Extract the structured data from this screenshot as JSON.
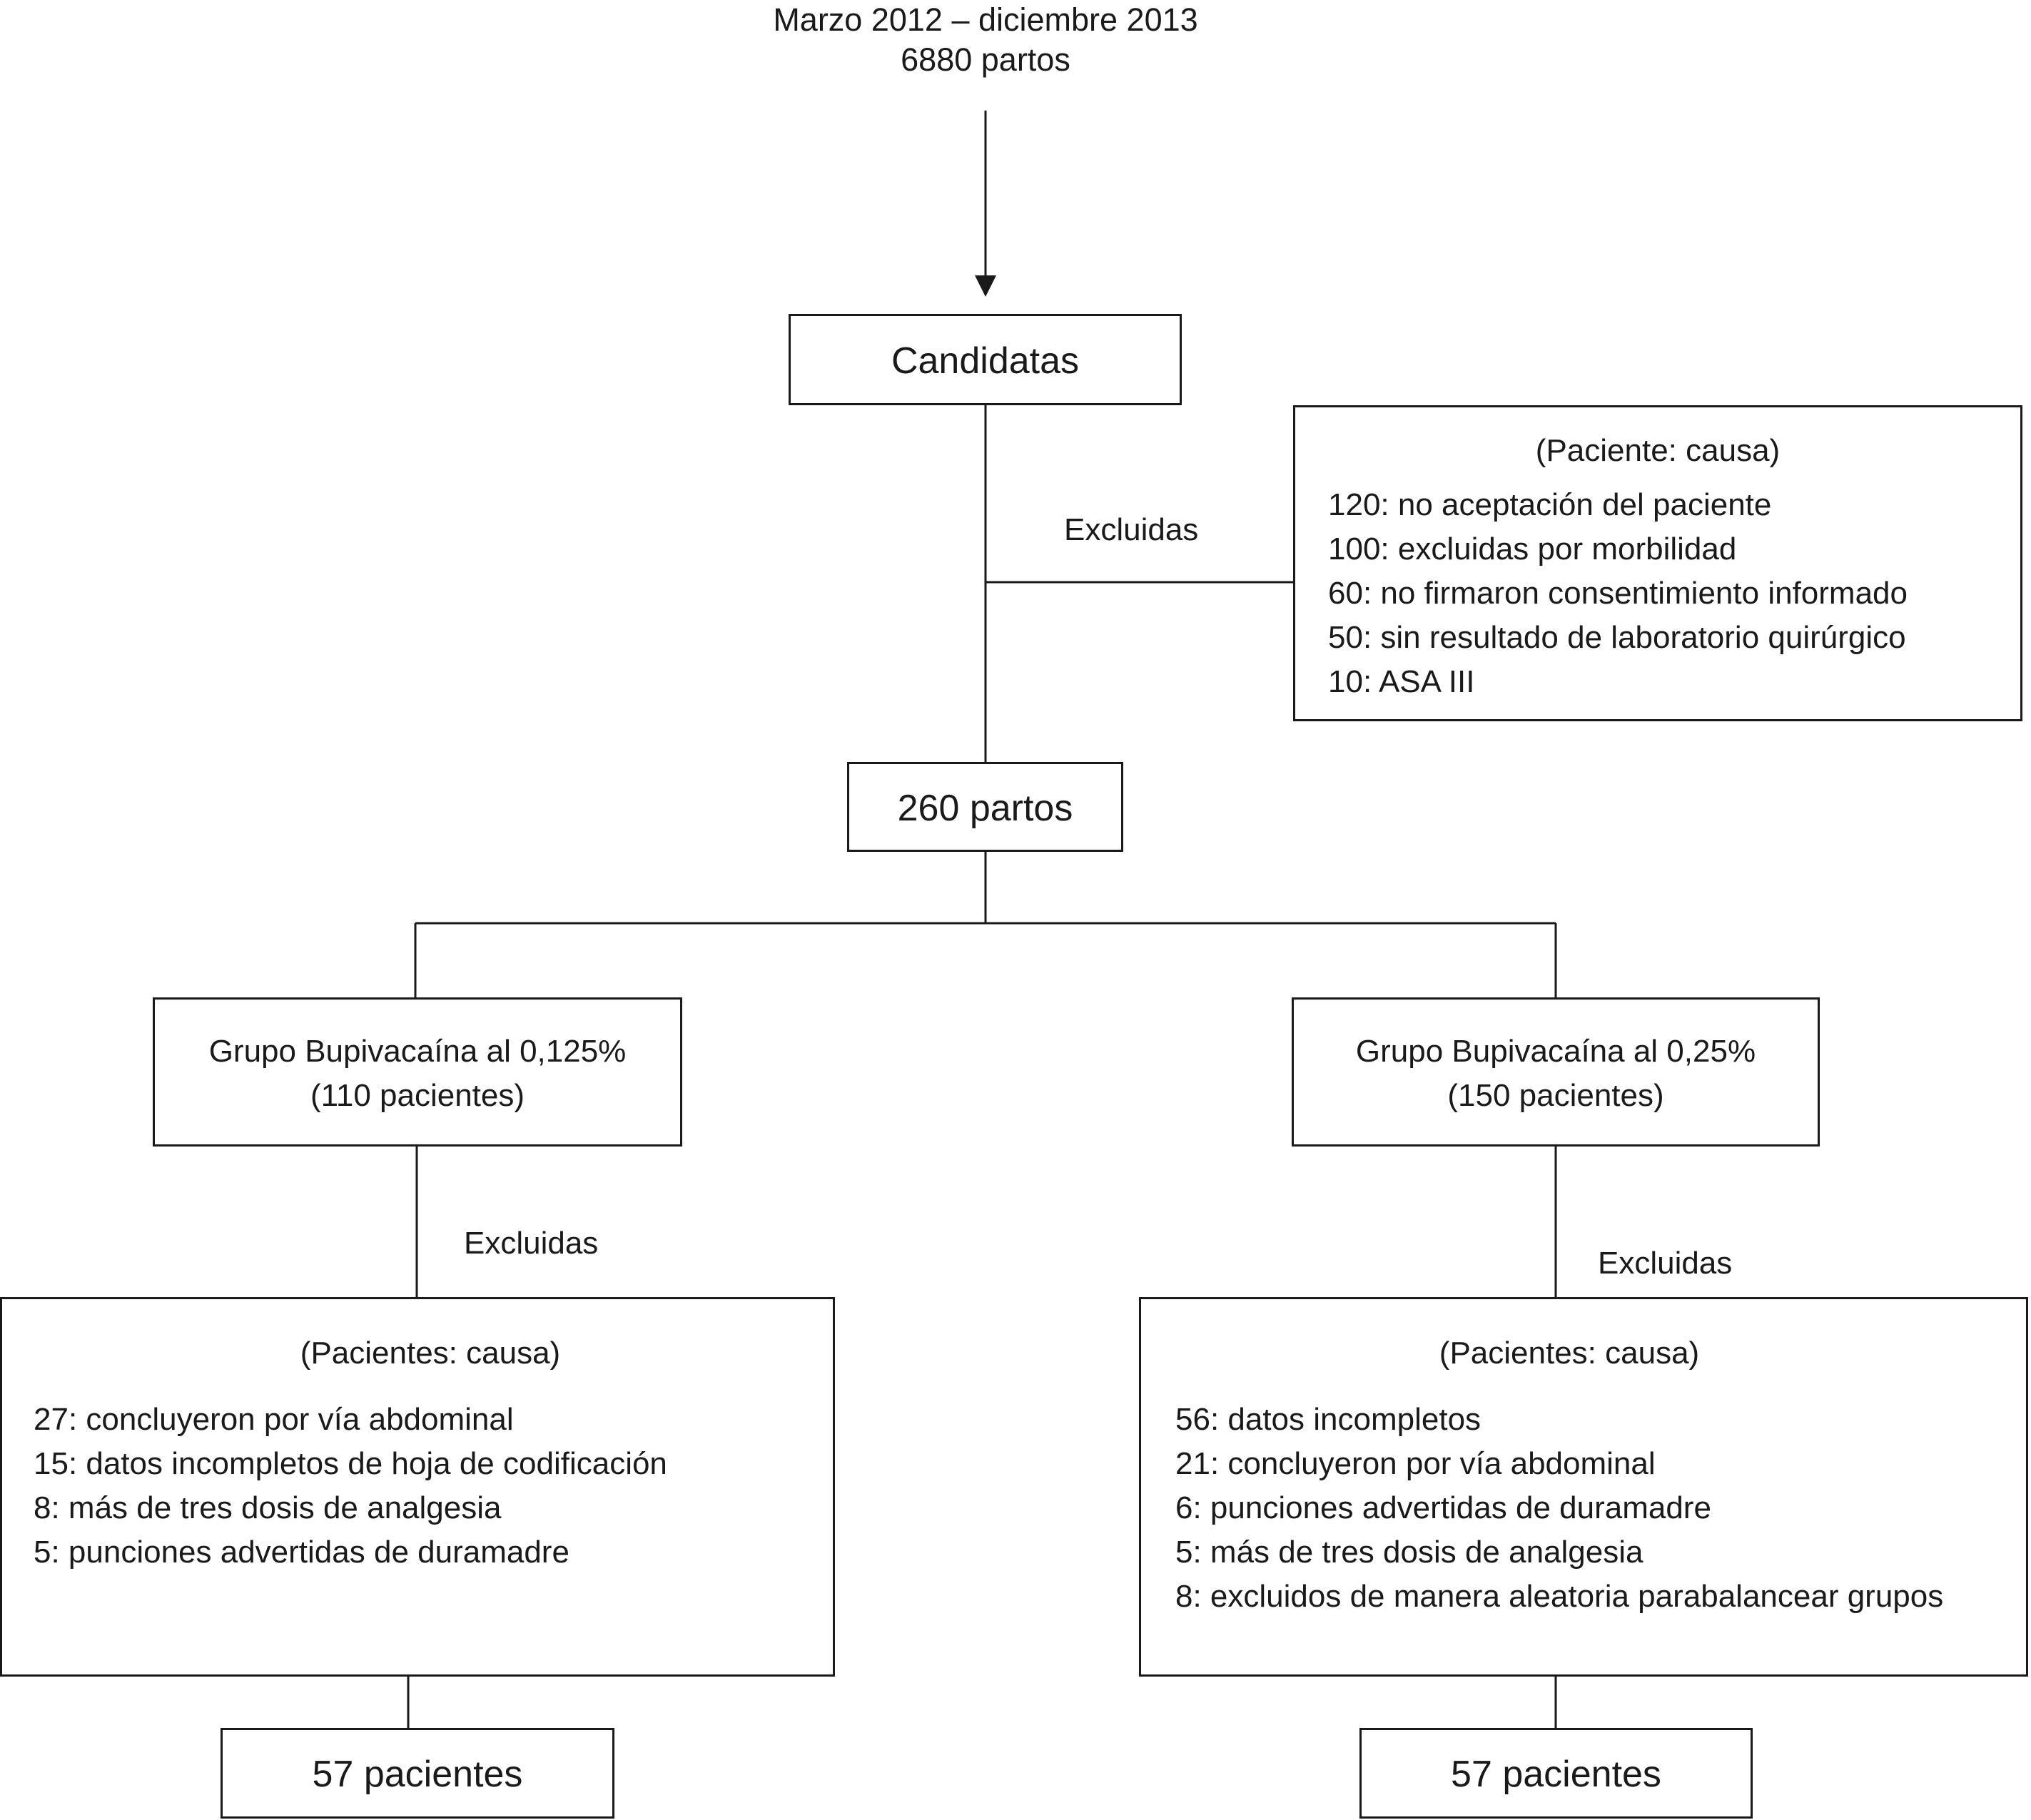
{
  "header": {
    "line1": "Marzo 2012 – diciembre 2013",
    "line2": "6880 partos"
  },
  "candidatas": {
    "label": "Candidatas"
  },
  "excluded_top": {
    "label": "Excluidas",
    "heading": "(Paciente: causa)",
    "items": [
      "120: no aceptación del paciente",
      "100: excluidas por morbilidad",
      "60: no firmaron consentimiento informado",
      "50: sin resultado de laboratorio quirúrgico",
      "10: ASA III"
    ]
  },
  "total": {
    "label": "260 partos"
  },
  "group_left": {
    "line1": "Grupo Bupivacaína al 0,125%",
    "line2": "(110 pacientes)",
    "excluded_label": "Excluidas",
    "heading": "(Pacientes: causa)",
    "items": [
      "27: concluyeron por vía abdominal",
      "15: datos incompletos de hoja de codificación",
      "8: más de tres dosis de analgesia",
      "5: punciones advertidas de duramadre"
    ],
    "final": "57 pacientes"
  },
  "group_right": {
    "line1": "Grupo Bupivacaína al 0,25%",
    "line2": "(150 pacientes)",
    "excluded_label": "Excluidas",
    "heading": "(Pacientes: causa)",
    "items": [
      "56: datos incompletos",
      "21: concluyeron por vía abdominal",
      "6: punciones advertidas de duramadre",
      "5: más de tres dosis de analgesia",
      "8: excluidos de manera aleatoria parabalancear grupos"
    ],
    "final": "57 pacientes"
  }
}
